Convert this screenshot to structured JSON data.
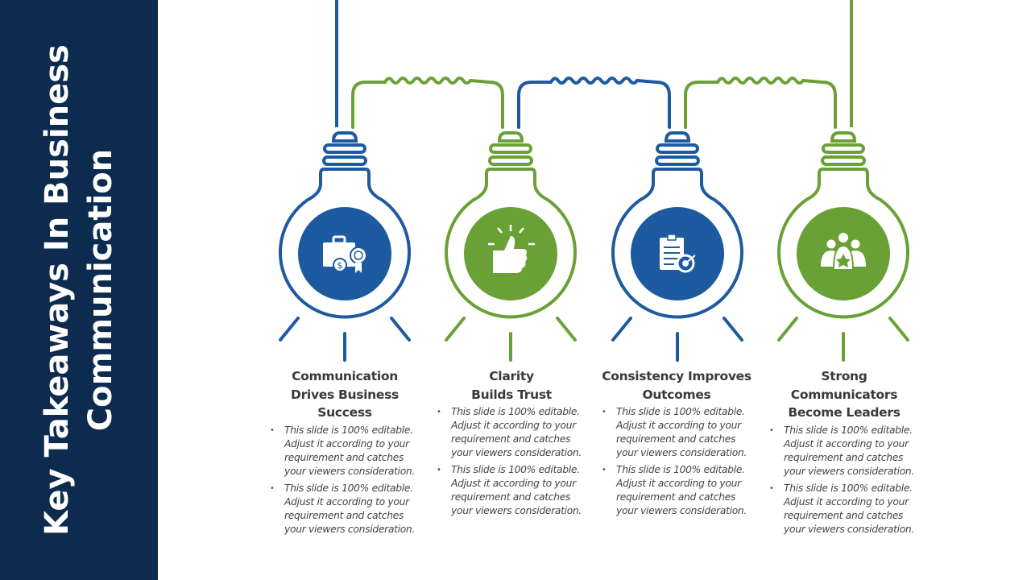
{
  "slide_title": "Key Takeaways In Business Communication",
  "colors": {
    "navy": "#0d2b4e",
    "blue": "#1d5aa0",
    "green": "#6aa136"
  },
  "takeaways": [
    {
      "title": "Communication Drives Business Success",
      "color": "blue",
      "icon": "briefcase-money-award-icon",
      "bullets": [
        "This slide is 100% editable. Adjust it according to your requirement and catches your viewers consideration.",
        "This slide is 100% editable. Adjust it according to your requirement and catches your viewers consideration."
      ]
    },
    {
      "title": "Clarity Builds Trust",
      "color": "green",
      "icon": "thumbs-up-icon",
      "bullets": [
        "This slide is 100% editable. Adjust it according to your requirement and catches your viewers consideration.",
        "This slide is 100% editable. Adjust it according to your requirement and catches your viewers consideration."
      ]
    },
    {
      "title": "Consistency Improves Outcomes",
      "color": "blue",
      "icon": "clipboard-target-icon",
      "bullets": [
        "This slide is 100% editable. Adjust it according to your requirement and catches your viewers consideration.",
        "This slide is 100% editable. Adjust it according to your requirement and catches your viewers consideration."
      ]
    },
    {
      "title": "Strong Communicators Become Leaders",
      "color": "green",
      "icon": "team-leader-icon",
      "bullets": [
        "This slide is 100% editable. Adjust it according to your requirement and catches your viewers consideration.",
        "This slide is 100% editable. Adjust it according to your requirement and catches your viewers consideration."
      ]
    }
  ]
}
